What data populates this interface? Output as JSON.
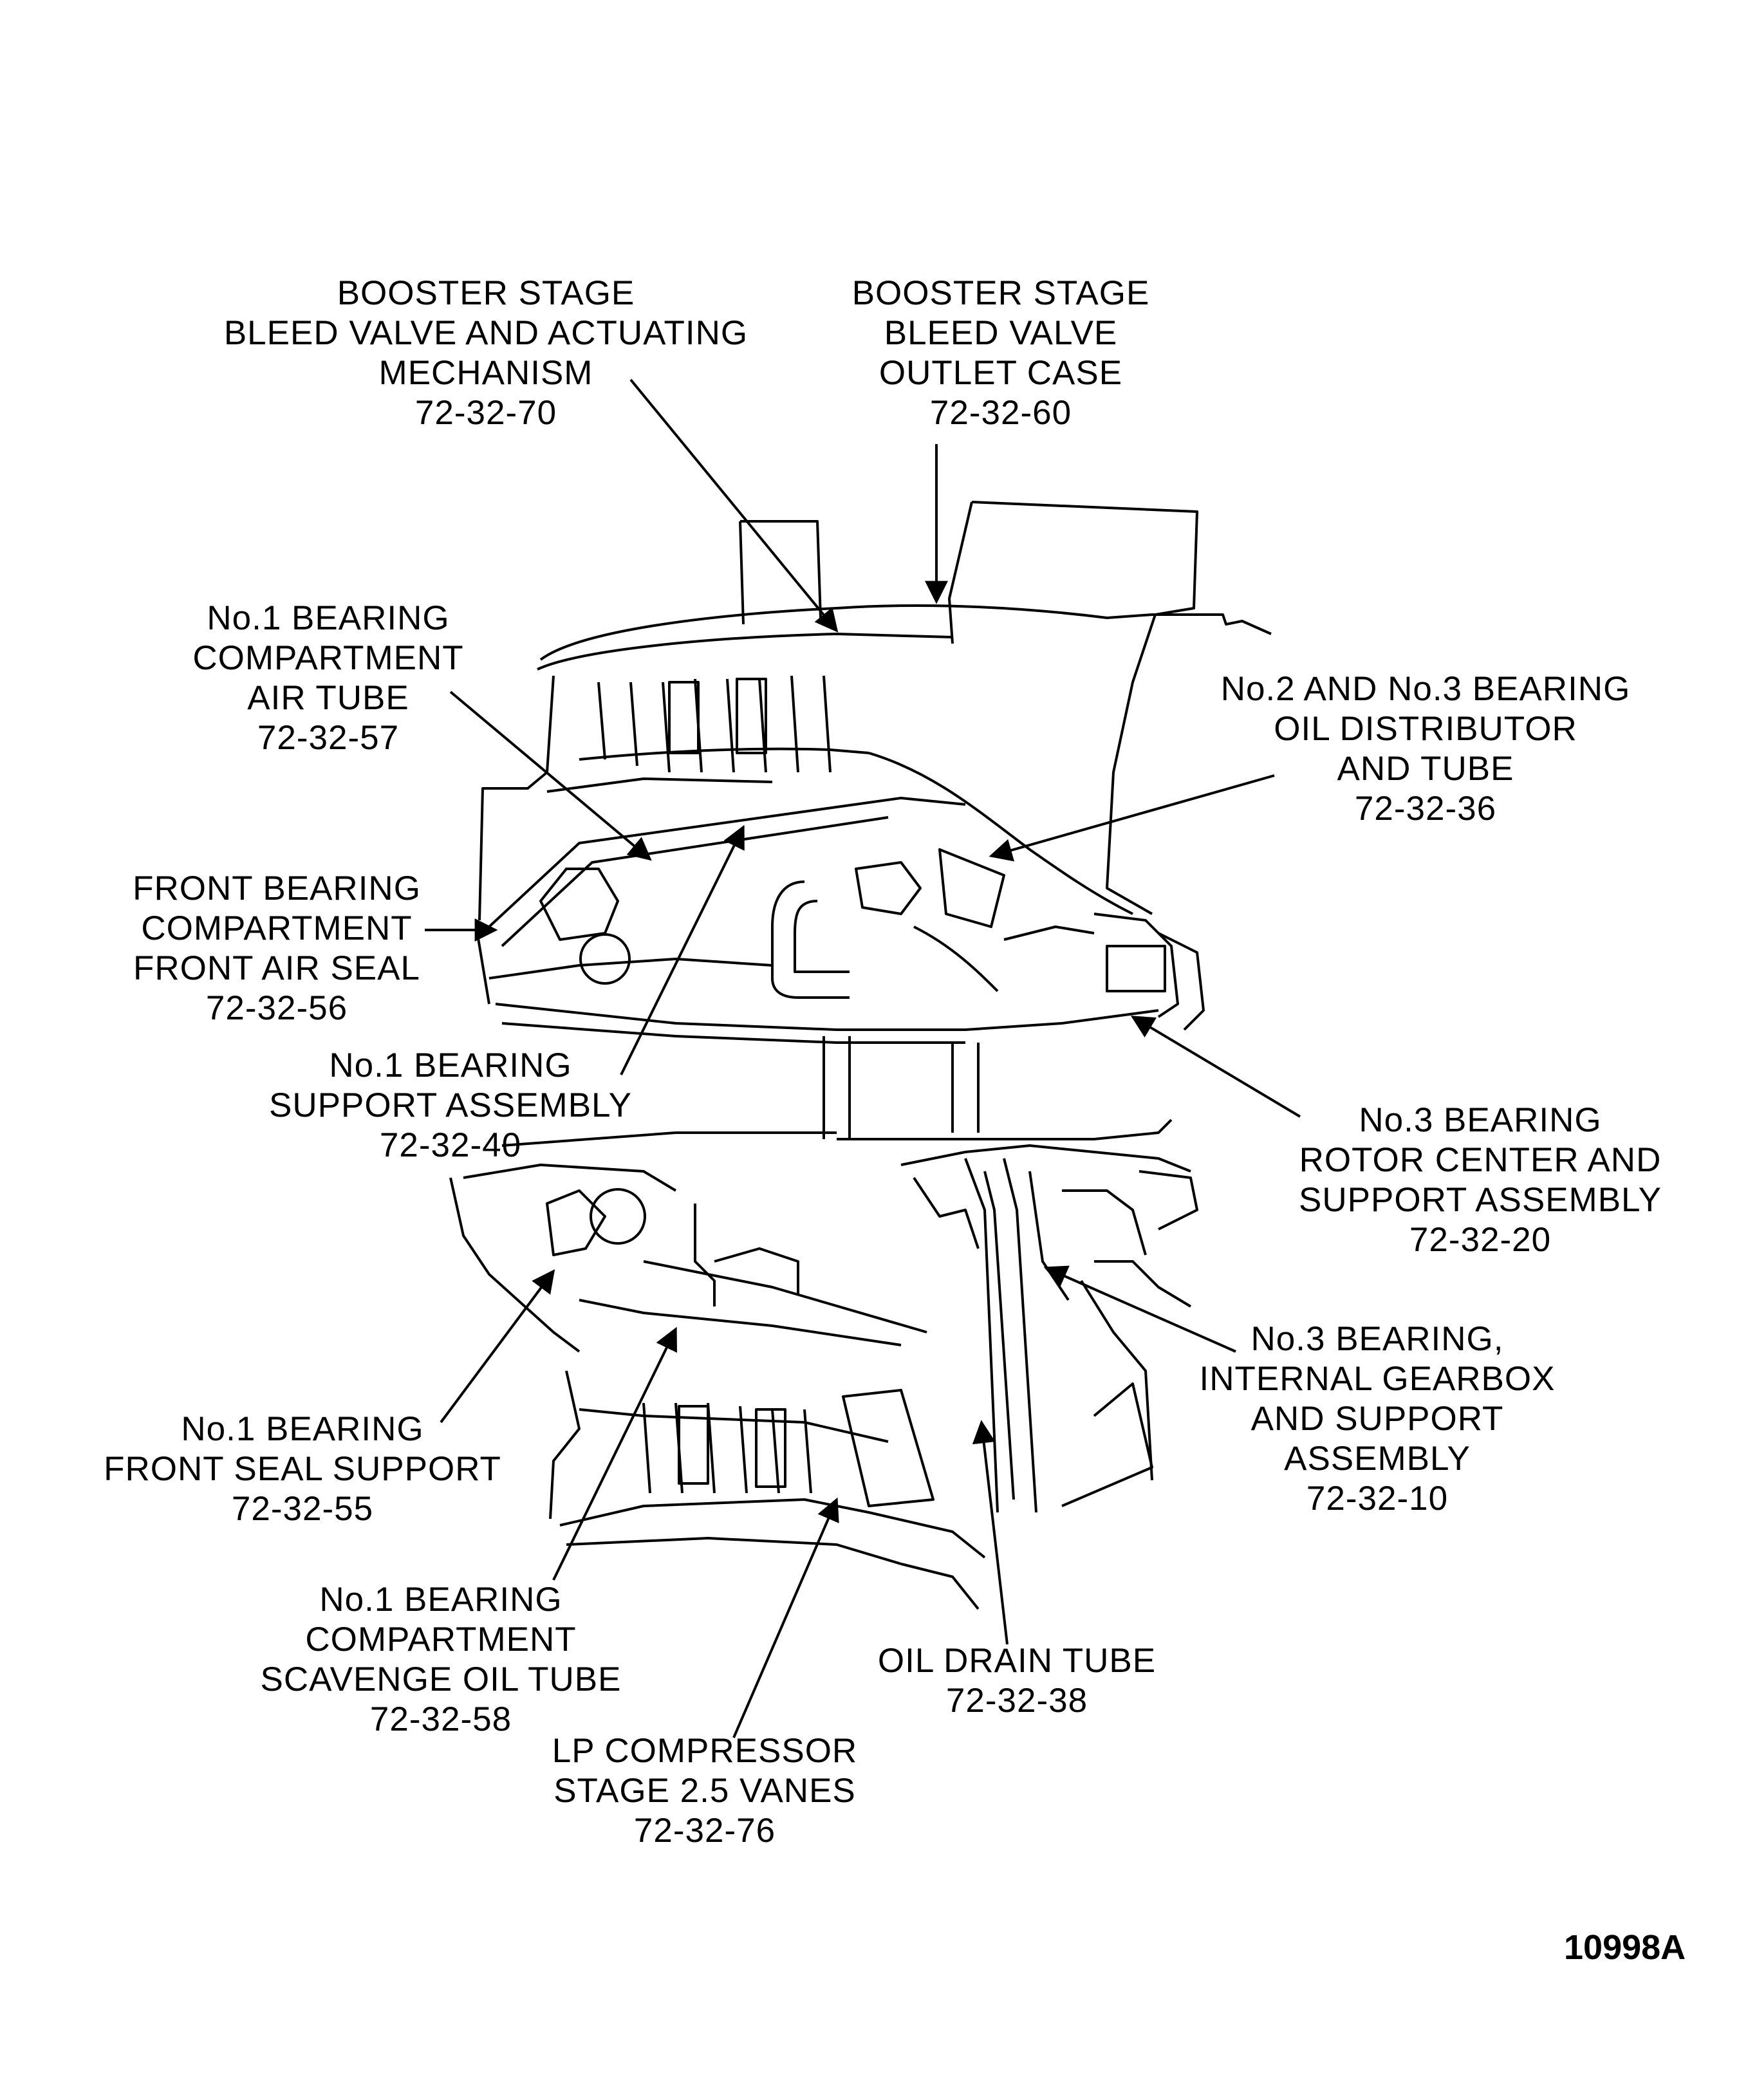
{
  "figure_number": "10998A",
  "labels": [
    {
      "id": "bleed-valve-mechanism",
      "lines": [
        "BOOSTER STAGE",
        "BLEED VALVE AND ACTUATING",
        "MECHANISM",
        "72-32-70"
      ]
    },
    {
      "id": "bleed-valve-outlet-case",
      "lines": [
        "BOOSTER STAGE",
        "BLEED VALVE",
        "OUTLET CASE",
        "72-32-60"
      ]
    },
    {
      "id": "no1-air-tube",
      "lines": [
        "No.1 BEARING",
        "COMPARTMENT",
        "AIR TUBE",
        "72-32-57"
      ]
    },
    {
      "id": "oil-distributor",
      "lines": [
        "No.2 AND No.3 BEARING",
        "OIL DISTRIBUTOR",
        "AND TUBE",
        "72-32-36"
      ]
    },
    {
      "id": "front-air-seal",
      "lines": [
        "FRONT BEARING",
        "COMPARTMENT",
        "FRONT AIR SEAL",
        "72-32-56"
      ]
    },
    {
      "id": "no1-support-assembly",
      "lines": [
        "No.1 BEARING",
        "SUPPORT ASSEMBLY",
        "72-32-40"
      ]
    },
    {
      "id": "no3-rotor-center",
      "lines": [
        "No.3 BEARING",
        "ROTOR CENTER AND",
        "SUPPORT ASSEMBLY",
        "72-32-20"
      ]
    },
    {
      "id": "no3-gearbox",
      "lines": [
        "No.3 BEARING,",
        "INTERNAL GEARBOX",
        "AND SUPPORT",
        "ASSEMBLY",
        "72-32-10"
      ]
    },
    {
      "id": "no1-front-seal-support",
      "lines": [
        "No.1 BEARING",
        "FRONT SEAL SUPPORT",
        "72-32-55"
      ]
    },
    {
      "id": "no1-scavenge-tube",
      "lines": [
        "No.1 BEARING",
        "COMPARTMENT",
        "SCAVENGE OIL TUBE",
        "72-32-58"
      ]
    },
    {
      "id": "oil-drain-tube",
      "lines": [
        "OIL DRAIN TUBE",
        "72-32-38"
      ]
    },
    {
      "id": "lp-vanes",
      "lines": [
        "LP COMPRESSOR",
        "STAGE 2.5 VANES",
        "72-32-76"
      ]
    }
  ]
}
